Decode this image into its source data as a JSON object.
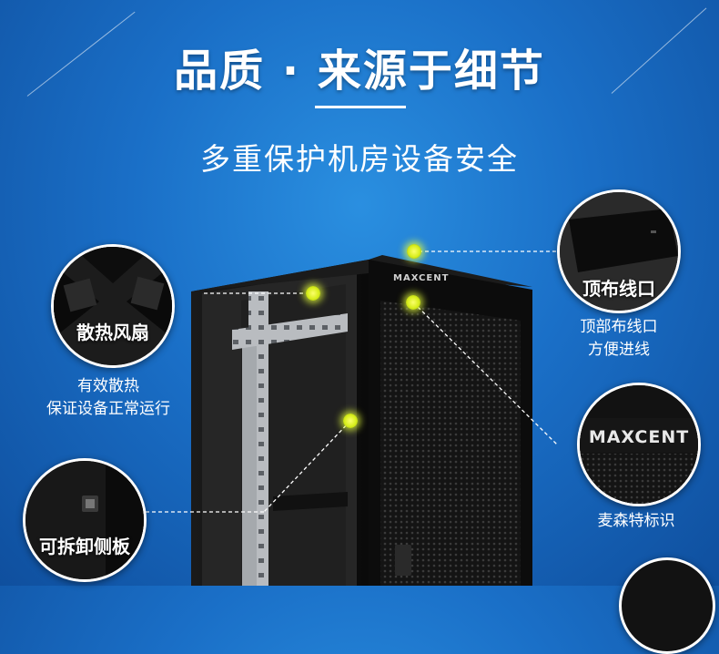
{
  "header": {
    "title": "品质 · 来源于细节",
    "subtitle": "多重保护机房设备安全"
  },
  "features": [
    {
      "name": "散热风扇",
      "desc_lines": [
        "有效散热",
        "保证设备正常运行"
      ]
    },
    {
      "name": "可拆卸侧板",
      "desc_lines": []
    },
    {
      "name": "顶布线口",
      "desc_lines": [
        "顶部布线口",
        "方便进线"
      ]
    },
    {
      "name": "麦森特标识",
      "logo": "MAXCENT",
      "desc_lines": []
    }
  ],
  "cabinet": {
    "brand": "MAXCENT"
  },
  "colors": {
    "background": "#1a6fc7",
    "hotspot": "#d8ee1c",
    "text": "#ffffff"
  }
}
